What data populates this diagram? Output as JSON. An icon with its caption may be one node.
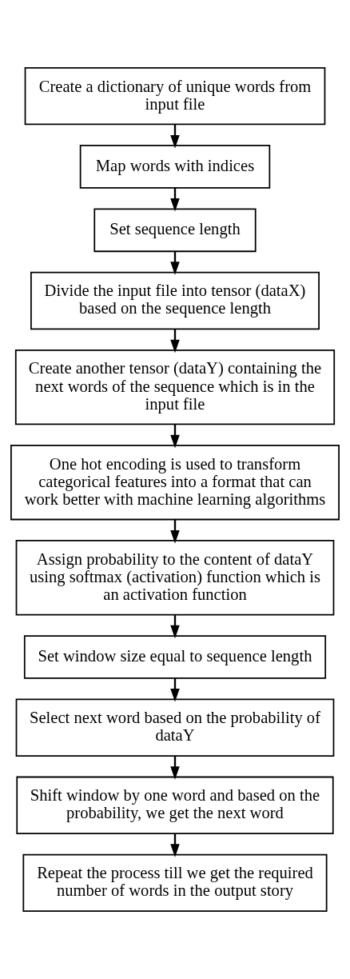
{
  "diagram": {
    "nodes": [
      {
        "text": [
          "Create a dictionary of unique words from input file"
        ]
      },
      {
        "text": [
          "Map words with indices"
        ]
      },
      {
        "text": [
          "Set sequence length"
        ]
      },
      {
        "text": [
          "Divide the input file into tensor (dataX) based on the sequence length"
        ]
      },
      {
        "text": [
          "Create another tensor (dataY) containing the next words of the sequence which is in the input file"
        ]
      },
      {
        "text": [
          "One hot encoding is used to transform categorical features into a format that can work better with machine learning algorithms"
        ]
      },
      {
        "text": [
          "Assign probability to the content of dataY using softmax (activation) function which is an activation function"
        ]
      },
      {
        "text": [
          "Set window size equal to sequence length"
        ]
      },
      {
        "text": [
          "Select next word based on the probability of dataY"
        ]
      },
      {
        "text": [
          "Shift window by one word and based on the probability, we get the next word"
        ]
      },
      {
        "text": [
          "Repeat the process till we get the required number of words in the output story"
        ]
      }
    ],
    "edges": [
      {
        "from": 0,
        "to": 1,
        "arrow": "to"
      },
      {
        "from": 1,
        "to": 2,
        "arrow": "to"
      },
      {
        "from": 2,
        "to": 3,
        "arrow": "to"
      },
      {
        "from": 3,
        "to": 4,
        "arrow": "to"
      },
      {
        "from": 4,
        "to": 5,
        "arrow": "to"
      },
      {
        "from": 5,
        "to": 6,
        "arrow": "to"
      },
      {
        "from": 6,
        "to": 7,
        "arrow": "to"
      },
      {
        "from": 7,
        "to": 8,
        "arrow": "to"
      },
      {
        "from": 8,
        "to": 9,
        "arrow": "to"
      },
      {
        "from": 9,
        "to": 10,
        "arrow": "to"
      }
    ]
  }
}
